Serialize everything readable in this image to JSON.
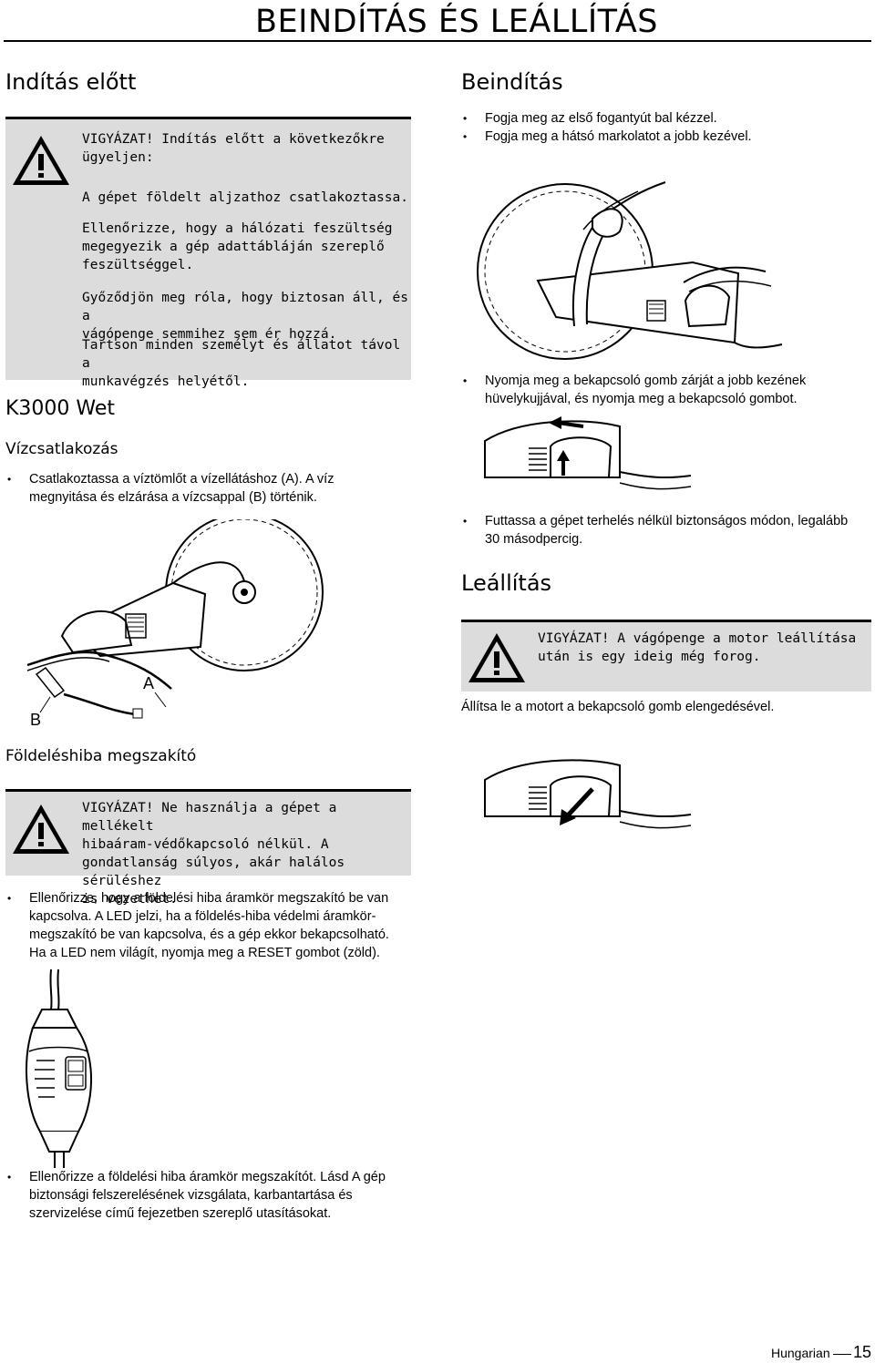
{
  "header": {
    "title": "BEINDÍTÁS ÉS LEÁLLÍTÁS"
  },
  "left": {
    "section_title": "Indítás előtt",
    "warning_box": {
      "title_lines": [
        "VIGYÁZAT! Indítás előtt a következőkre",
        "ügyeljen:"
      ],
      "items": [
        [
          "A gépet földelt aljzathoz csatlakoztassa."
        ],
        [
          "Ellenőrizze, hogy a hálózati feszültség",
          "megegyezik a gép adattábláján szereplő",
          "feszültséggel."
        ],
        [
          "Győződjön meg róla, hogy biztosan áll, és a",
          "vágópenge semmihez sem ér hozzá."
        ],
        [
          "Tartson minden személyt és állatot távol a",
          "munkavégzés helyétől."
        ]
      ]
    },
    "model_title": "K3000 Wet",
    "water_title": "Vízcsatlakozás",
    "water_bullet": [
      "Csatlakoztassa a víztömlőt a vízellátáshoz (A). A víz",
      "megnyitása és elzárása a vízcsappal (B) történik."
    ],
    "label_a": "A",
    "label_b": "B",
    "fault_title": "Földeléshiba megszakító",
    "fault_warning": [
      "VIGYÁZAT! Ne használja a gépet a mellékelt",
      "hibaáram-védőkapcsoló nélkül. A",
      "gondatlanság súlyos, akár halálos sérüléshez",
      "is vezethet."
    ],
    "fault_bullet": [
      "Ellenőrizze, hogy a földelési hiba áramkör megszakító be van",
      "kapcsolva. A LED jelzi, ha a földelés-hiba védelmi áramkör-",
      "megszakító be van kapcsolva, és a gép ekkor bekapcsolható.",
      "Ha a LED nem világít, nyomja meg a RESET gombot (zöld)."
    ],
    "check_bullet": [
      "Ellenőrizze a földelési hiba áramkör megszakítót. Lásd A gép",
      "biztonsági felszerelésének vizsgálata, karbantartása és",
      "szervizelése című fejezetben szereplő utasításokat."
    ]
  },
  "right": {
    "start_title": "Beindítás",
    "start_bullets": [
      "Fogja meg az első fogantyút bal kézzel.",
      "Fogja meg a hátsó markolatot a jobb kezével."
    ],
    "trigger_bullet": [
      "Nyomja meg a bekapcsoló gomb zárját a jobb kezének",
      "hüvelykujjával, és nyomja meg a bekapcsoló gombot."
    ],
    "run_bullet": [
      "Futtassa a gépet terhelés nélkül biztonságos módon, legalább",
      "30 másodpercig."
    ],
    "stop_title": "Leállítás",
    "stop_warning": [
      "VIGYÁZAT! A vágópenge a motor leállítása",
      "után is egy ideig még forog."
    ],
    "stop_text": "Állítsa le a motort a bekapcsoló gomb elengedésével."
  },
  "footer": {
    "language": "Hungarian",
    "page": "15"
  },
  "colors": {
    "warning_box_bg": "#dcdcdc",
    "text": "#000000"
  }
}
